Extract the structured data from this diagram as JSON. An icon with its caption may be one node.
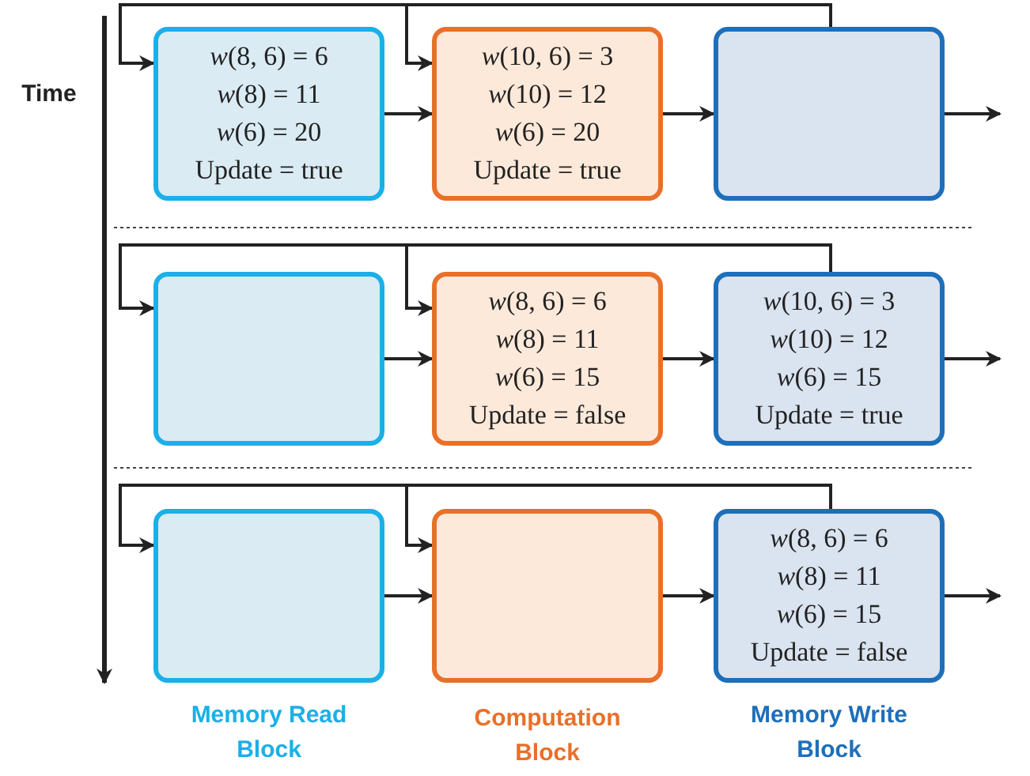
{
  "diagram": {
    "nodes": [
      {
        "text": [
          "*w*(8, 6) = 6",
          "*w*(8) = 11",
          "*w*(6) = 20",
          "Update = true"
        ]
      },
      {
        "text": [
          "*w*(10, 6) = 3",
          "*w*(10) = 12",
          "*w*(6) = 20",
          "Update = true"
        ]
      },
      {
        "text": [],
        "shape": "box"
      },
      {
        "text": [],
        "shape": "box"
      },
      {
        "text": [
          "*w*(8, 6) = 6",
          "*w*(8) = 11",
          "*w*(6) = 15",
          "Update = false"
        ]
      },
      {
        "text": [
          "*w*(10, 6) = 3",
          "*w*(10) = 12",
          "*w*(6) = 15",
          "Update = true"
        ]
      },
      {
        "text": [],
        "shape": "box"
      },
      {
        "text": [],
        "shape": "box"
      },
      {
        "text": [
          "*w*(8, 6) = 6",
          "*w*(8) = 11",
          "*w*(6) = 15",
          "Update = false"
        ]
      }
    ],
    "edges": [
      {
        "from": 0,
        "to": 1,
        "arrow": "to"
      },
      {
        "from": 1,
        "to": 2,
        "arrow": "to"
      },
      {
        "from": 2,
        "to": null,
        "arrow": "to"
      },
      {
        "from": 2,
        "to": 0,
        "arrow": "to"
      },
      {
        "from": 2,
        "to": 1,
        "arrow": "to"
      },
      {
        "from": 3,
        "to": 4,
        "arrow": "to"
      },
      {
        "from": 4,
        "to": 5,
        "arrow": "to"
      },
      {
        "from": 5,
        "to": null,
        "arrow": "to"
      },
      {
        "from": 5,
        "to": 3,
        "arrow": "to"
      },
      {
        "from": 5,
        "to": 4,
        "arrow": "to"
      },
      {
        "from": 6,
        "to": 7,
        "arrow": "to"
      },
      {
        "from": 7,
        "to": 8,
        "arrow": "to"
      },
      {
        "from": 8,
        "to": null,
        "arrow": "to"
      },
      {
        "from": 8,
        "to": 6,
        "arrow": "to"
      },
      {
        "from": 8,
        "to": 7,
        "arrow": "to"
      }
    ],
    "labels": [
      "Time",
      "Memory Read Block",
      "Computation Block",
      "Memory Write Block"
    ]
  }
}
